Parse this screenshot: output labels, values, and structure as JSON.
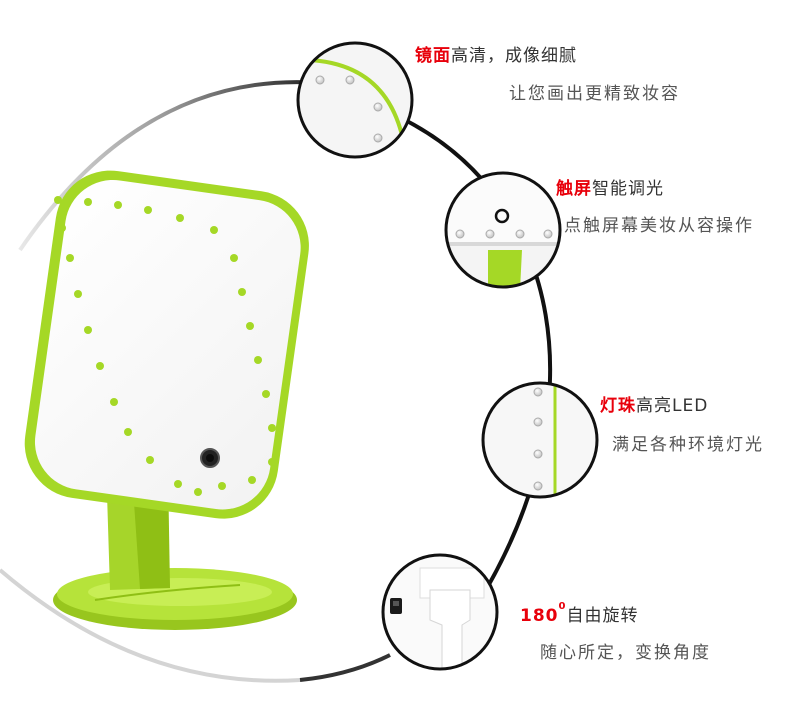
{
  "features": [
    {
      "highlight": "镜面",
      "title_rest": "高清，成像细腻",
      "desc": "让您画出更精致妆容"
    },
    {
      "highlight": "触屏",
      "title_rest": "智能调光",
      "desc": "点触屏幕美妆从容操作"
    },
    {
      "highlight": "灯珠",
      "title_rest": "高亮LED",
      "desc": "满足各种环境灯光"
    },
    {
      "highlight": "180",
      "highlight_sup": "0",
      "title_rest": "自由旋转",
      "desc": "随心所定，变换角度"
    }
  ],
  "colors": {
    "accent_green": "#a5d826",
    "highlight_red": "#e8000b",
    "arc_dark": "#111111",
    "led_gray": "#c8c8c8"
  },
  "icons": [
    "touch-ring-icon",
    "power-switch-icon"
  ]
}
